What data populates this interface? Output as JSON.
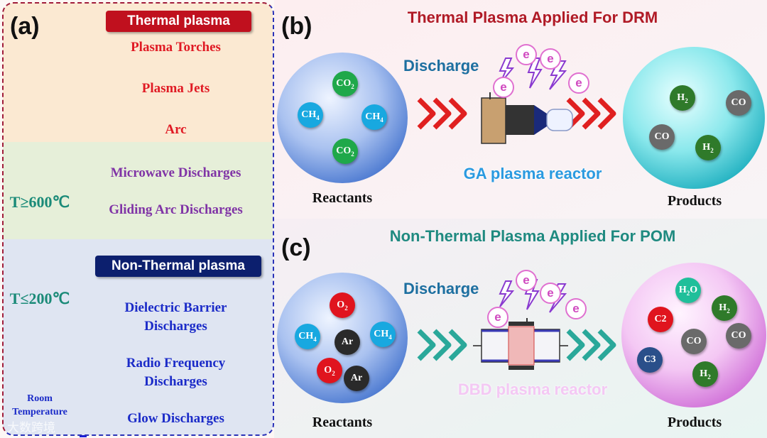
{
  "panel_a": {
    "letter": "(a)",
    "thermal_tag": "Thermal plasma",
    "thermal_items": [
      "Plasma Torches",
      "Plasma Jets",
      "Arc"
    ],
    "mid_items": [
      "Microwave Discharges",
      "Gliding Arc Discharges"
    ],
    "nonthermal_tag": "Non-Thermal plasma",
    "cold_items": [
      "Dielectric Barrier Discharges",
      "Radio Frequency Discharges",
      "Glow Discharges"
    ],
    "temps": [
      "T≥600℃",
      "T≤200℃"
    ],
    "room_temp": "Room Temperature",
    "colors": {
      "thermal": "#e01a24",
      "mid": "#8034a6",
      "cold": "#1b2bc8",
      "thermal_tag_bg": "#c0101e",
      "nonthermal_tag_bg": "#0c1f6e"
    }
  },
  "panel_b": {
    "letter": "(b)",
    "title": "Thermal Plasma Applied For DRM",
    "title_color": "#b01a26",
    "discharge": "Discharge",
    "electron": "e",
    "reactor": "GA plasma reactor",
    "reactants_label": "Reactants",
    "products_label": "Products",
    "reactants": [
      {
        "base": "CO",
        "sub": "2",
        "color": "#1fa84a"
      },
      {
        "base": "CH",
        "sub": "4",
        "color": "#18a8e0"
      },
      {
        "base": "CH",
        "sub": "4",
        "color": "#18a8e0"
      },
      {
        "base": "CO",
        "sub": "2",
        "color": "#1fa84a"
      }
    ],
    "products": [
      {
        "base": "H",
        "sub": "2",
        "color": "#2f7a2a"
      },
      {
        "base": "CO",
        "sub": "",
        "color": "#6a6a6a"
      },
      {
        "base": "CO",
        "sub": "",
        "color": "#6a6a6a"
      },
      {
        "base": "H",
        "sub": "2",
        "color": "#2f7a2a"
      }
    ]
  },
  "panel_c": {
    "letter": "(c)",
    "title": "Non-Thermal Plasma Applied For POM",
    "title_color": "#1f8a80",
    "discharge": "Discharge",
    "electron": "e",
    "reactor": "DBD plasma reactor",
    "reactants_label": "Reactants",
    "products_label": "Products",
    "reactants": [
      {
        "base": "O",
        "sub": "2",
        "color": "#e0141e"
      },
      {
        "base": "CH",
        "sub": "4",
        "color": "#18a8e0"
      },
      {
        "base": "Ar",
        "sub": "",
        "color": "#2a2a2a"
      },
      {
        "base": "CH",
        "sub": "4",
        "color": "#18a8e0"
      },
      {
        "base": "O",
        "sub": "2",
        "color": "#e0141e"
      },
      {
        "base": "Ar",
        "sub": "",
        "color": "#2a2a2a"
      }
    ],
    "products": [
      {
        "base": "H",
        "sub": "2",
        "post": "O",
        "color": "#1fbf9a"
      },
      {
        "base": "C2",
        "sub": "",
        "color": "#e0141e"
      },
      {
        "base": "H",
        "sub": "2",
        "color": "#2f7a2a"
      },
      {
        "base": "CO",
        "sub": "",
        "color": "#6a6a6a"
      },
      {
        "base": "CO",
        "sub": "",
        "color": "#6a6a6a"
      },
      {
        "base": "C3",
        "sub": "",
        "color": "#2a4f8a"
      },
      {
        "base": "H",
        "sub": "2",
        "color": "#2f7a2a"
      }
    ]
  },
  "watermark": "大数跨境"
}
